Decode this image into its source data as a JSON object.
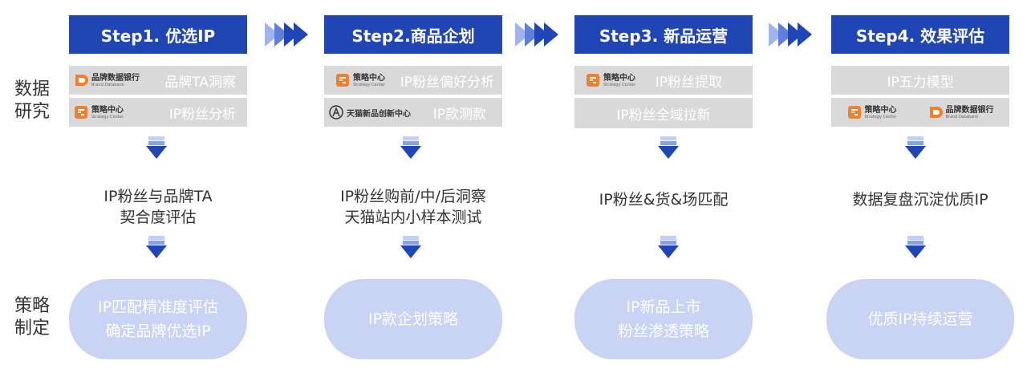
{
  "side_labels": {
    "research": "数据研究",
    "strategy": "策略制定"
  },
  "steps": [
    {
      "title": "Step1. 优选IP",
      "rows": [
        {
          "logo": "品牌数据银行",
          "logo_sub": "Brand Databank",
          "label": "品牌TA洞察"
        },
        {
          "logo": "策略中心",
          "logo_sub": "Strategy Center",
          "label": "IP粉丝分析"
        }
      ],
      "middle": [
        "IP粉丝与品牌TA",
        "契合度评估"
      ],
      "pill": [
        "IP匹配精准度评估",
        "确定品牌优选IP"
      ]
    },
    {
      "title": "Step2.商品企划",
      "rows": [
        {
          "logo": "策略中心",
          "logo_sub": "Strategy Center",
          "label": "IP粉丝偏好分析"
        },
        {
          "logo": "天猫新品创新中心",
          "logo_sub": "",
          "label": "IP款测款"
        }
      ],
      "middle": [
        "IP粉丝购前/中/后洞察",
        "天猫站内小样本测试"
      ],
      "pill": [
        "IP款企划策略"
      ]
    },
    {
      "title": "Step3. 新品运营",
      "rows": [
        {
          "logo": "策略中心",
          "logo_sub": "Strategy Center",
          "label": "IP粉丝提取"
        },
        {
          "logo": "",
          "logo_sub": "",
          "label": "IP粉丝全域拉新"
        }
      ],
      "middle": [
        "IP粉丝&货&场匹配"
      ],
      "pill": [
        "IP新品上市",
        "粉丝渗透策略"
      ]
    },
    {
      "title": "Step4. 效果评估",
      "rows": [
        {
          "logo": "",
          "logo_sub": "",
          "label": "IP五力模型"
        }
      ],
      "logos_row": [
        {
          "logo": "策略中心",
          "logo_sub": "Strategy Center"
        },
        {
          "logo": "品牌数据银行",
          "logo_sub": "Brand Databank"
        }
      ],
      "middle": [
        "数据复盘沉淀优质IP"
      ],
      "pill": [
        "优质IP持续运营"
      ]
    }
  ],
  "colors": {
    "header": "#2045b5",
    "grey": "#d9d9d9",
    "pill": "#c9d3f3",
    "logo_orange": "#f0802e"
  },
  "icons": {
    "orange_logo": "orange-mark-icon",
    "tmall_logo": "tmall-innovation-icon",
    "step_arrow": "triple-chevron-icon",
    "down_arrow": "down-arrow-icon"
  }
}
